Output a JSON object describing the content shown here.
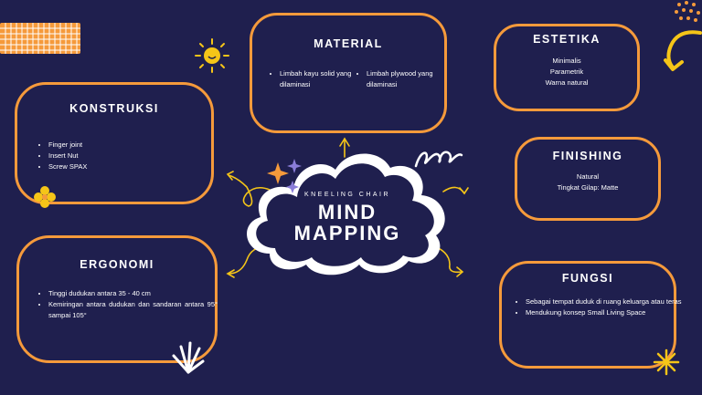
{
  "center": {
    "subtitle": "KNEELING CHAIR",
    "title_line1": "MIND",
    "title_line2": "MAPPING"
  },
  "material": {
    "title": "MATERIAL",
    "items": [
      "Limbah kayu solid yang dilaminasi",
      "Limbah plywood yang dilaminasi"
    ]
  },
  "estetika": {
    "title": "ESTETIKA",
    "lines": [
      "Minimalis",
      "Parametrik",
      "Warna natural"
    ]
  },
  "konstruksi": {
    "title": "KONSTRUKSI",
    "items": [
      "Finger joint",
      "Insert Nut",
      "Screw SPAX"
    ]
  },
  "finishing": {
    "title": "FINISHING",
    "lines": [
      "Natural",
      "Tingkat Gilap: Matte"
    ]
  },
  "ergonomi": {
    "title": "ERGONOMI",
    "items": [
      "Tinggi dudukan antara 35 - 40 cm",
      "Kemiringan antara dudukan dan sandaran antara 95° sampai 105°"
    ]
  },
  "fungsi": {
    "title": "FUNGSI",
    "items": [
      "Sebagai tempat duduk di ruang keluarga atau teras",
      "Mendukung konsep Small Living Space"
    ]
  },
  "colors": {
    "background": "#1f1f4e",
    "accent_orange": "#f59a3b",
    "accent_yellow": "#f5c518",
    "white": "#ffffff",
    "purple": "#8a7dd8"
  }
}
